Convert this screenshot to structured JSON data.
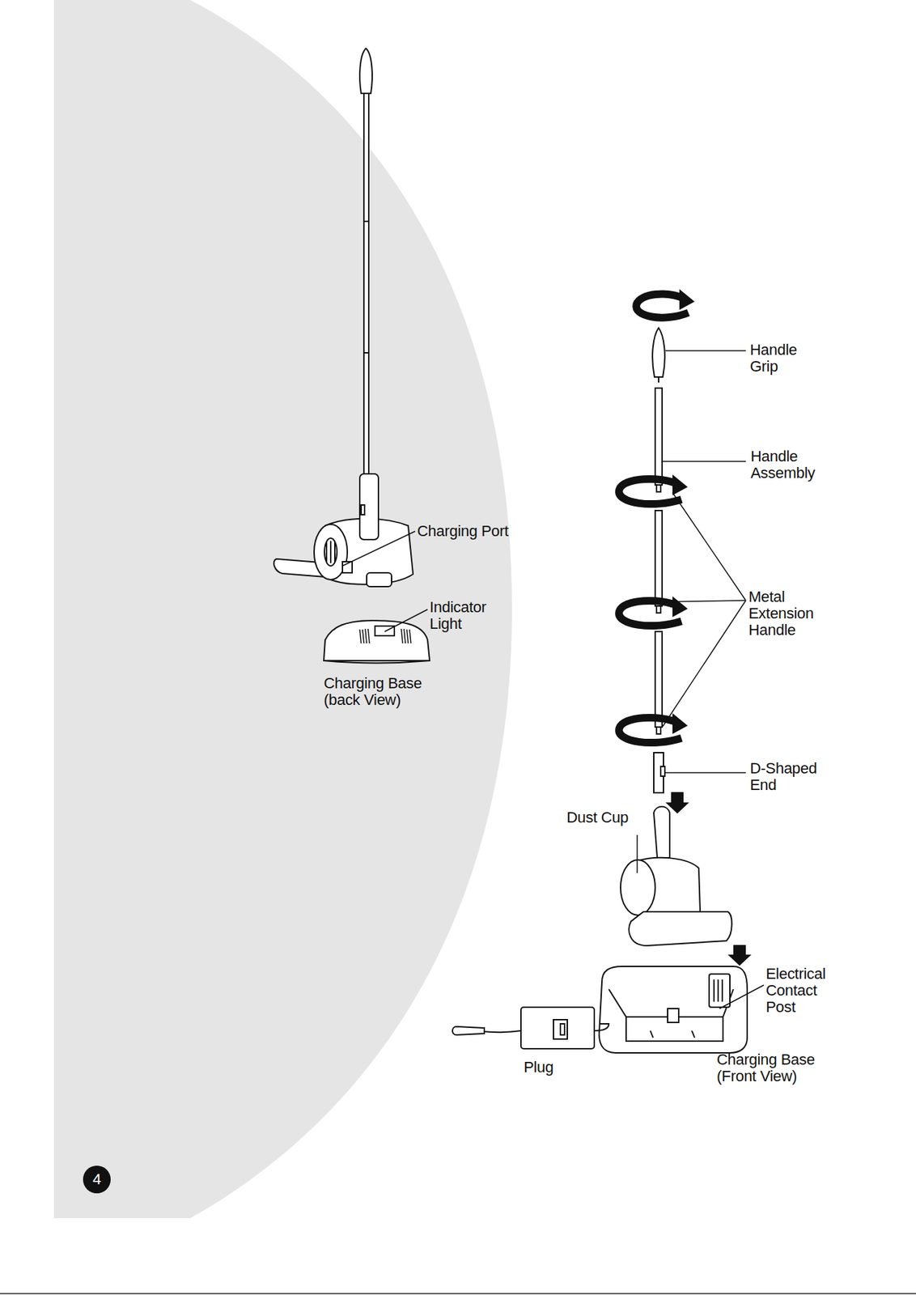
{
  "diagram": {
    "nodes": [
      {
        "text": [
          "4"
        ]
      }
    ],
    "labels": [
      "Charging Port",
      "Indicator Light",
      "Charging Base (back View)",
      "Handle Grip",
      "Handle Assembly",
      "Metal Extension Handle",
      "D-Shaped End",
      "Dust Cup",
      "Electrical Contact Post",
      "Plug",
      "Charging Base (Front View)"
    ]
  }
}
